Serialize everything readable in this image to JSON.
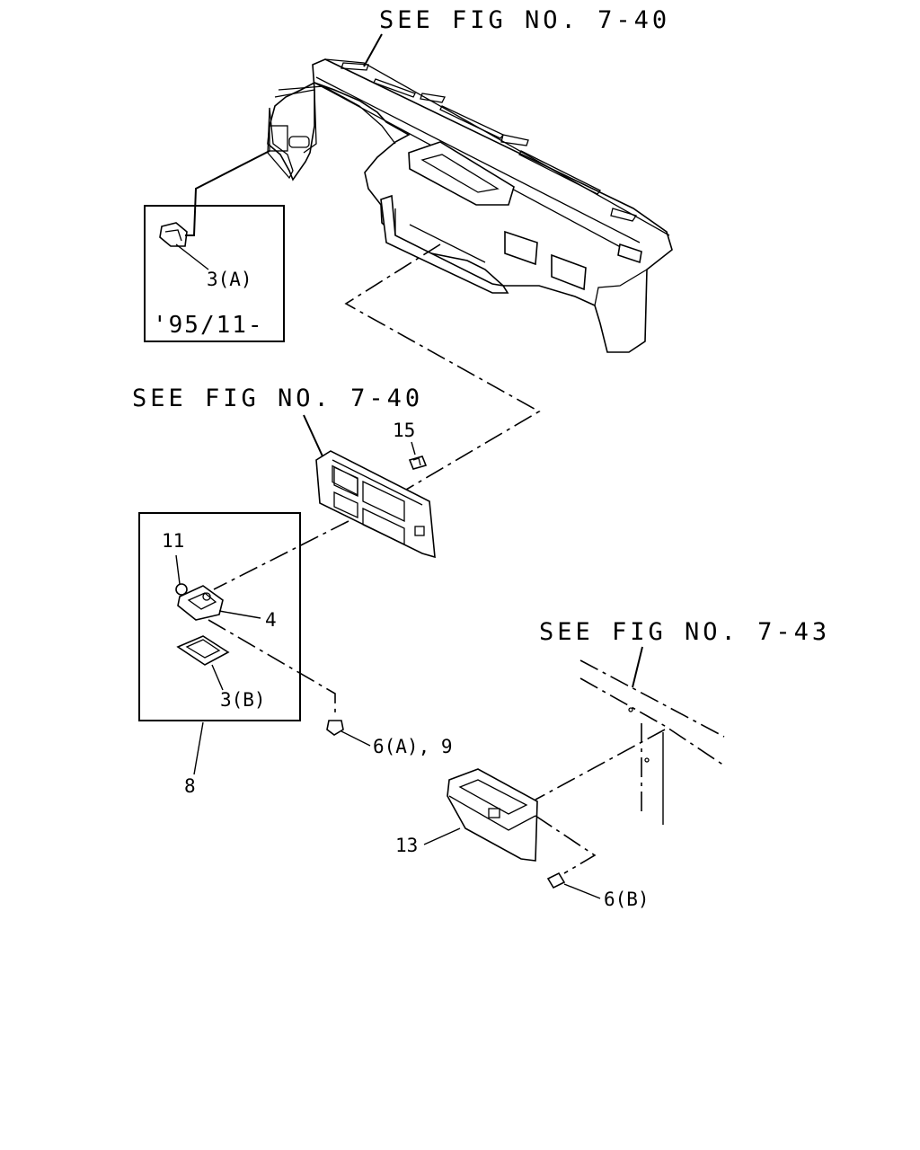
{
  "references": {
    "top": "SEE FIG NO. 7-40",
    "middle": "SEE FIG NO. 7-40",
    "right": "SEE FIG NO. 7-43"
  },
  "inset_top": {
    "date": "'95/11-",
    "part_label": "3(A)"
  },
  "callouts": {
    "c15": "15",
    "c11": "11",
    "c4": "4",
    "c3b": "3(B)",
    "c8": "8",
    "c6a9": "6(A), 9",
    "c13": "13",
    "c6b": "6(B)"
  }
}
